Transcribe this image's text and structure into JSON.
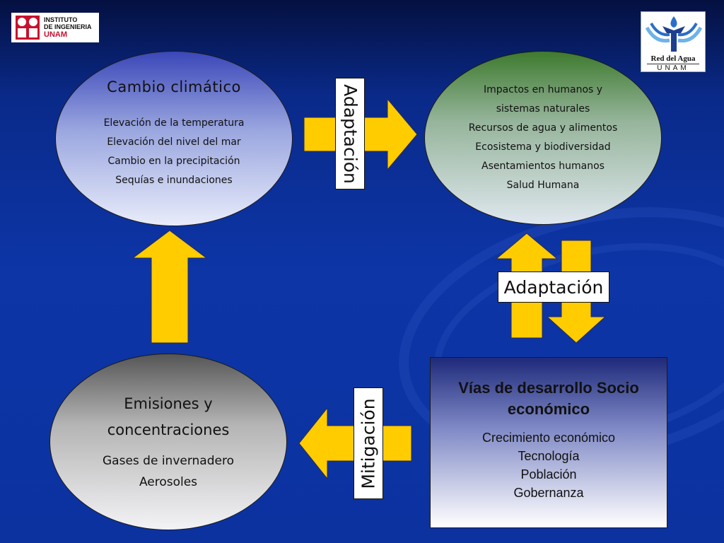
{
  "logos": {
    "instituto": {
      "line1": "INSTITUTO",
      "line2": "DE INGENIERIA",
      "line3": "UNAM"
    },
    "red_agua": {
      "name": "Red del Agua",
      "org": "UNAM"
    }
  },
  "climate": {
    "title": "Cambio climático",
    "items": [
      "Elevación de la temperatura",
      "Elevación del nivel del mar",
      "Cambio en la precipitación",
      "Sequías e inundaciones"
    ]
  },
  "impacts": {
    "items": [
      "Impactos en humanos y",
      "sistemas naturales",
      "Recursos de agua y alimentos",
      "Ecosistema y biodiversidad",
      "Asentamientos humanos",
      "Salud Humana"
    ]
  },
  "emissions": {
    "title_lines": [
      "Emisiones y",
      "concentraciones"
    ],
    "items": [
      "Gases de invernadero",
      "Aerosoles"
    ]
  },
  "socio": {
    "title_lines": [
      "Vías de desarrollo Socio",
      "económico"
    ],
    "items": [
      "Crecimiento económico",
      "Tecnología",
      "Población",
      "Gobernanza"
    ]
  },
  "labels": {
    "adaptation_top": "Adaptación",
    "adaptation_right": "Adaptación",
    "mitigation": "Mitigación"
  },
  "colors": {
    "arrow": "#ffcc00",
    "background": "#0d35a6"
  }
}
